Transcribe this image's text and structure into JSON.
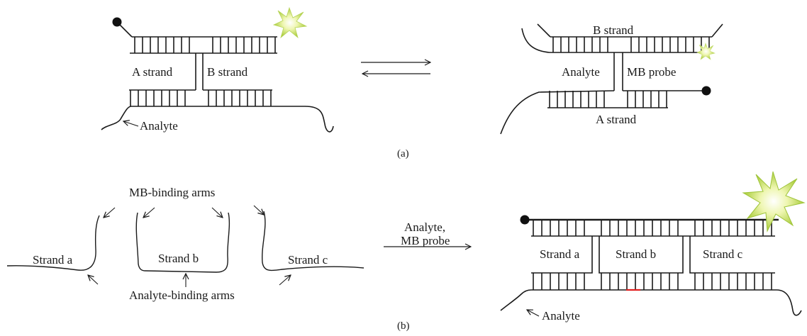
{
  "panel_a": {
    "caption": "(a)",
    "left": {
      "strand_a": "A strand",
      "strand_b": "B strand",
      "analyte": "Analyte"
    },
    "right": {
      "strand_b": "B strand",
      "analyte": "Analyte",
      "mb_probe": "MB probe",
      "strand_a": "A strand"
    }
  },
  "panel_b": {
    "caption": "(b)",
    "mb_binding_arms": "MB-binding arms",
    "analyte_binding_arms": "Analyte-binding arms",
    "strand_a": "Strand a",
    "strand_b": "Strand b",
    "strand_c": "Strand c",
    "arrow_label_line1": "Analyte,",
    "arrow_label_line2": "MB probe",
    "right": {
      "strand_a": "Strand a",
      "strand_b": "Strand b",
      "strand_c": "Strand c",
      "analyte": "Analyte"
    }
  },
  "colors": {
    "line": "#1a1a1a",
    "fluor_outer": "#c8e06a",
    "fluor_inner": "#f4f8c8",
    "mismatch": "#e02020"
  },
  "icons": {
    "quencher": "quencher-dot-icon",
    "fluorophore": "fluorophore-burst-icon"
  }
}
